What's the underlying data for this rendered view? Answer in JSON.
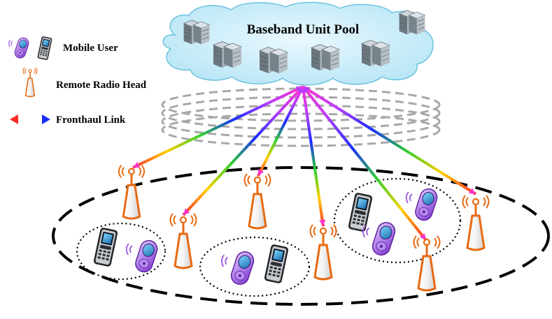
{
  "legend": {
    "mobile_user": "Mobile User",
    "remote_radio_head": "Remote Radio Head",
    "fronthaul_link": "Fronthaul Link"
  },
  "pool": {
    "title": "Baseband Unit Pool"
  },
  "colors": {
    "cloud_fill": "#cfeefb",
    "cloud_stroke": "#58b9d8",
    "tower_orange": "#e86a12",
    "server_gray": "#7f8b93",
    "phone_purple": "#9b59e0",
    "dashed_ellipse": "#000000",
    "ring_gray": "#a8a8a8"
  },
  "icons": [
    "server-icon",
    "rrh-tower-icon",
    "smartphone-icon",
    "flip-phone-icon",
    "fronthaul-arrow-icon"
  ]
}
